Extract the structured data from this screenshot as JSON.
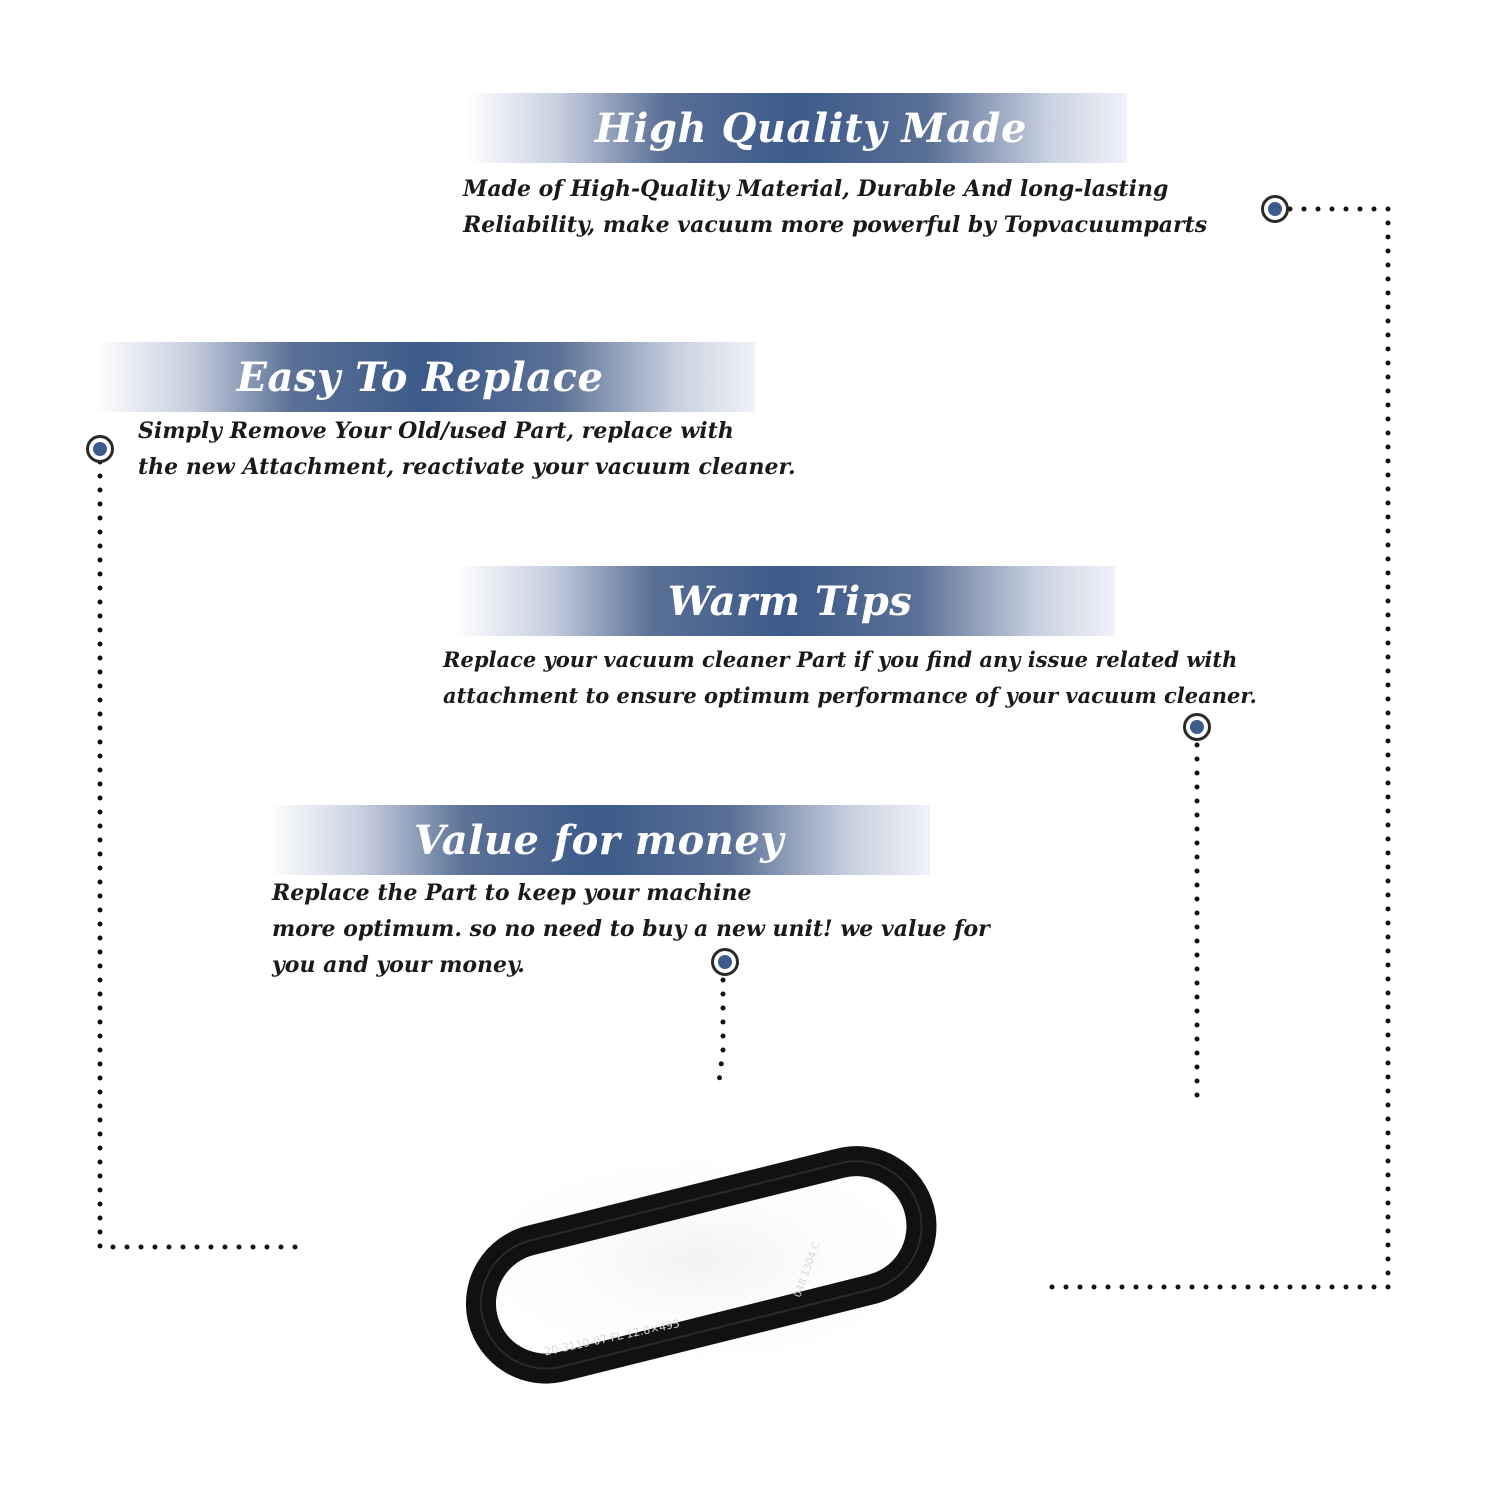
{
  "sections": [
    {
      "title": "High Quality Made",
      "lines": [
        "Made of  High-Quality Material, Durable And long-lasting",
        "Reliability, make vacuum more powerful by Topvacuumparts"
      ]
    },
    {
      "title": "Easy To Replace",
      "lines": [
        "Simply Remove Your Old/used Part, replace with",
        "the new Attachment, reactivate your vacuum cleaner."
      ]
    },
    {
      "title": "Warm Tips",
      "lines": [
        "Replace your vacuum cleaner Part if you find any issue related with",
        " attachment to ensure optimum performance of your vacuum cleaner."
      ]
    },
    {
      "title": "Value for money",
      "lines": [
        "Replace the Part to keep your machine",
        "more optimum. so no need to buy a new unit! we value for",
        "you and your money."
      ]
    }
  ],
  "belt": {
    "print_main": "20-3110-07   FL 12.8×495",
    "print_side": "048 1304 C"
  },
  "colors": {
    "banner_blue": "#3c5a8a",
    "marker_blue": "#3d5a8c",
    "text": "#1a1a1a",
    "belt": "#111111"
  },
  "icons": [
    "target-marker-icon"
  ]
}
